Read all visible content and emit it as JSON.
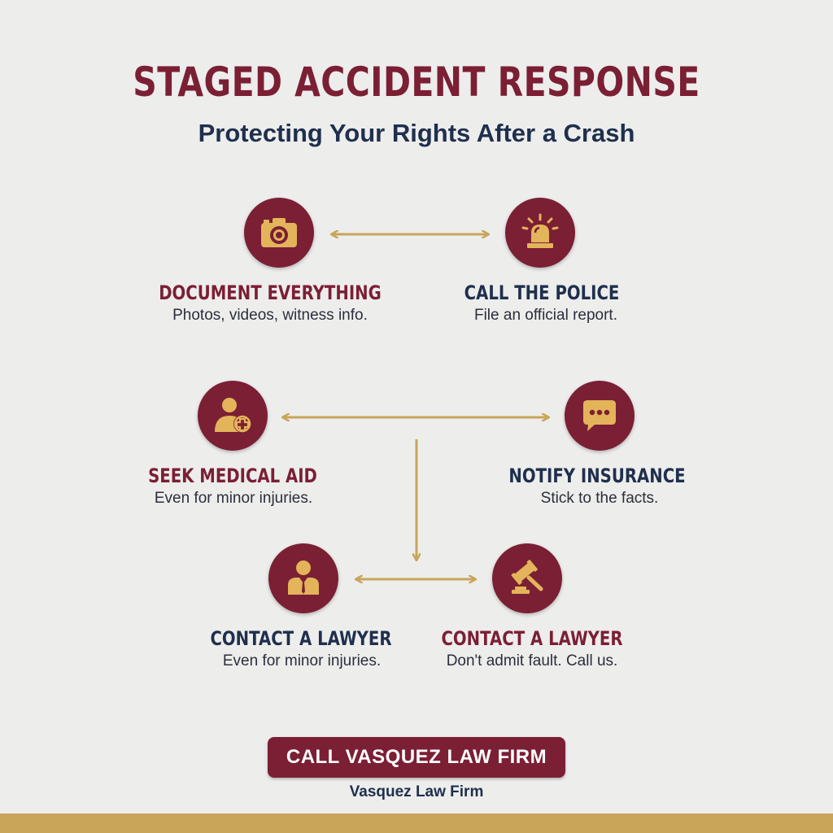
{
  "header": {
    "title": "STAGED ACCIDENT RESPONSE",
    "subtitle": "Protecting Your Rights After a Crash"
  },
  "steps": [
    {
      "title": "DOCUMENT EVERYTHING",
      "desc": "Photos, videos, witness info.",
      "icon": "camera-icon"
    },
    {
      "title": "CALL THE POLICE",
      "desc": "File an official report.",
      "icon": "police-siren-icon"
    },
    {
      "title": "SEEK MEDICAL AID",
      "desc": "Even for minor injuries.",
      "icon": "medical-person-icon"
    },
    {
      "title": "NOTIFY INSURANCE",
      "desc": "Stick to the facts.",
      "icon": "chat-bubble-icon"
    },
    {
      "title": "CONTACT A LAWYER",
      "desc": "Even for minor injuries.",
      "icon": "lawyer-icon"
    },
    {
      "title": "CONTACT A LAWYER",
      "desc": "Don't admit fault. Call us.",
      "icon": "gavel-icon"
    }
  ],
  "cta": {
    "label": "CALL VASQUEZ LAW FIRM"
  },
  "footer": {
    "firm_name": "Vasquez Law Firm"
  },
  "colors": {
    "maroon": "#7b1f34",
    "navy": "#1f2f4d",
    "gold": "#c9a55a",
    "icon_gold": "#e3b45a",
    "background": "#ededec"
  }
}
